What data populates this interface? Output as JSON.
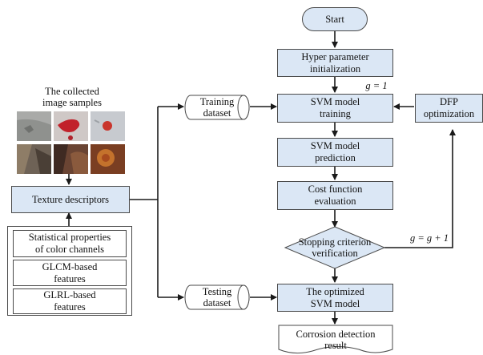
{
  "diagram": {
    "start": "Start",
    "hyper_param": "Hyper parameter\ninitialization",
    "svm_training": "SVM model\ntraining",
    "svm_prediction": "SVM model\nprediction",
    "cost_eval": "Cost function\nevaluation",
    "stopping": "Stopping criterion\nverification",
    "optimized_model": "The optimized\nSVM model",
    "result": "Corrosion detection\nresult",
    "dfp": "DFP\noptimization",
    "training_dataset": "Training\ndataset",
    "testing_dataset": "Testing\ndataset",
    "samples_title": "The collected\nimage samples",
    "texture": "Texture descriptors",
    "stat_props": "Statistical properties\nof color channels",
    "glcm": "GLCM-based\nfeatures",
    "glrl": "GLRL-based\nfeatures",
    "g1": "g = 1",
    "g_update": "g = g + 1"
  },
  "colors": {
    "box_fill": "#dbe7f5",
    "border": "#4a4a4a",
    "arrow": "#1a1a1a"
  }
}
